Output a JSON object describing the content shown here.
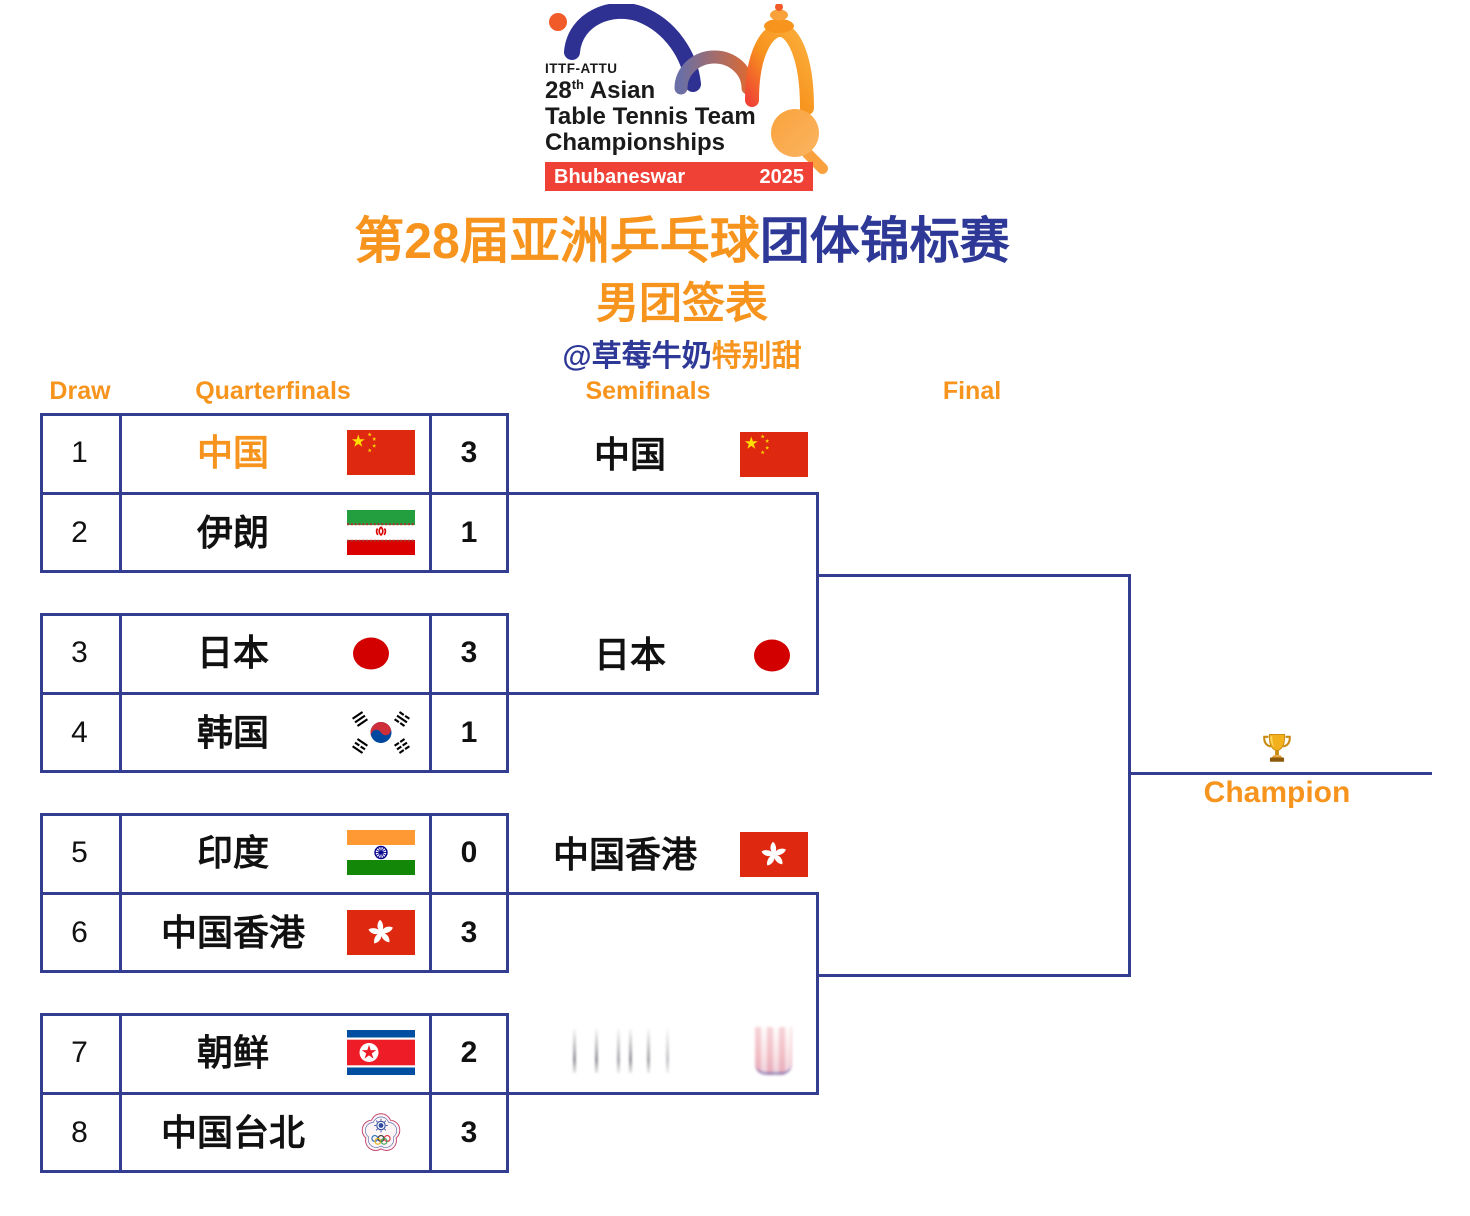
{
  "logo": {
    "org": "ITTF-ATTU",
    "edition_number": "28",
    "edition_suffix": "th",
    "edition_rest": " Asian",
    "name_line2": "Table Tennis Team",
    "name_line3": "Championships",
    "banner_city": "Bhubaneswar",
    "banner_year": "2025"
  },
  "titles": {
    "main_orange": "第28届亚洲乒乓球",
    "main_blue": "团体锦标赛",
    "subtitle": "男团签表",
    "credit_handle": "@草莓牛奶",
    "credit_suffix": "特别甜"
  },
  "columns": {
    "draw": "Draw",
    "quarterfinals": "Quarterfinals",
    "semifinals": "Semifinals",
    "final": "Final"
  },
  "bracket": {
    "quarterfinals": [
      {
        "draw": "1",
        "team": "中国",
        "flag": "china",
        "score": "3",
        "winner": true
      },
      {
        "draw": "2",
        "team": "伊朗",
        "flag": "iran",
        "score": "1",
        "winner": false
      },
      {
        "draw": "3",
        "team": "日本",
        "flag": "japan",
        "score": "3",
        "winner": true
      },
      {
        "draw": "4",
        "team": "韩国",
        "flag": "south-korea",
        "score": "1",
        "winner": false
      },
      {
        "draw": "5",
        "team": "印度",
        "flag": "india",
        "score": "0",
        "winner": false
      },
      {
        "draw": "6",
        "team": "中国香港",
        "flag": "hong-kong",
        "score": "3",
        "winner": true
      },
      {
        "draw": "7",
        "team": "朝鲜",
        "flag": "north-korea",
        "score": "2",
        "winner": false
      },
      {
        "draw": "8",
        "team": "中国台北",
        "flag": "chinese-taipei",
        "score": "3",
        "winner": true
      }
    ],
    "semifinals": [
      {
        "team": "中国",
        "flag": "china",
        "highlight": true
      },
      {
        "team": "日本",
        "flag": "japan",
        "highlight": false
      },
      {
        "team": "中国香港",
        "flag": "hong-kong",
        "highlight": false
      },
      {
        "team": "",
        "flag": "erased",
        "highlight": false
      }
    ],
    "final": {
      "trophy_icon": "trophy",
      "champion_label": "Champion"
    }
  },
  "colors": {
    "orange": "#F7941D",
    "title_blue": "#2E3896",
    "line_navy": "#333E90",
    "banner_red": "#EF4136",
    "text_black": "#111111"
  }
}
